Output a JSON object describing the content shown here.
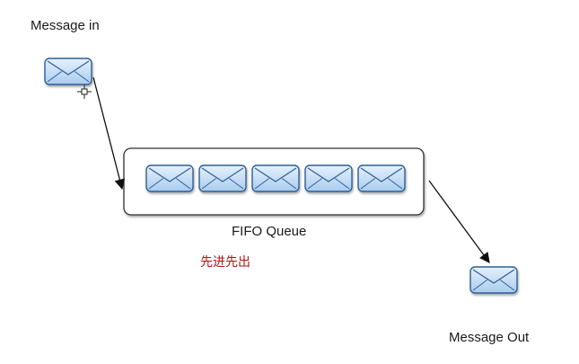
{
  "labels": {
    "message_in": "Message in",
    "fifo_queue": "FIFO Queue",
    "fifo_chinese": "先进先出",
    "message_out": "Message Out"
  },
  "colors": {
    "envelope_fill": "#c2dbf4",
    "envelope_border": "#2f5f95",
    "annotation": "#b01515",
    "queue_border": "#333333"
  },
  "icons": {
    "envelope": "envelope-icon",
    "cursor": "move-cursor-icon"
  },
  "queue": {
    "count": 5
  }
}
